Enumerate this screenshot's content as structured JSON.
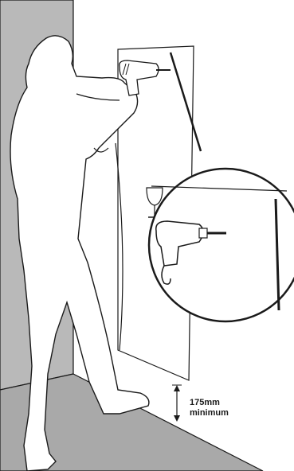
{
  "illustration": {
    "clearance_value": "175mm",
    "clearance_label": "minimum"
  },
  "colors": {
    "wall_left": "#b9b9b9",
    "wall_right": "#ffffff",
    "floor": "#a9a9a9",
    "panel": "#ffffff",
    "person_fill": "#ffffff",
    "outline": "#1a1a1a"
  },
  "icons": [
    "drill-icon",
    "glass-icon",
    "magnifier-circle"
  ]
}
